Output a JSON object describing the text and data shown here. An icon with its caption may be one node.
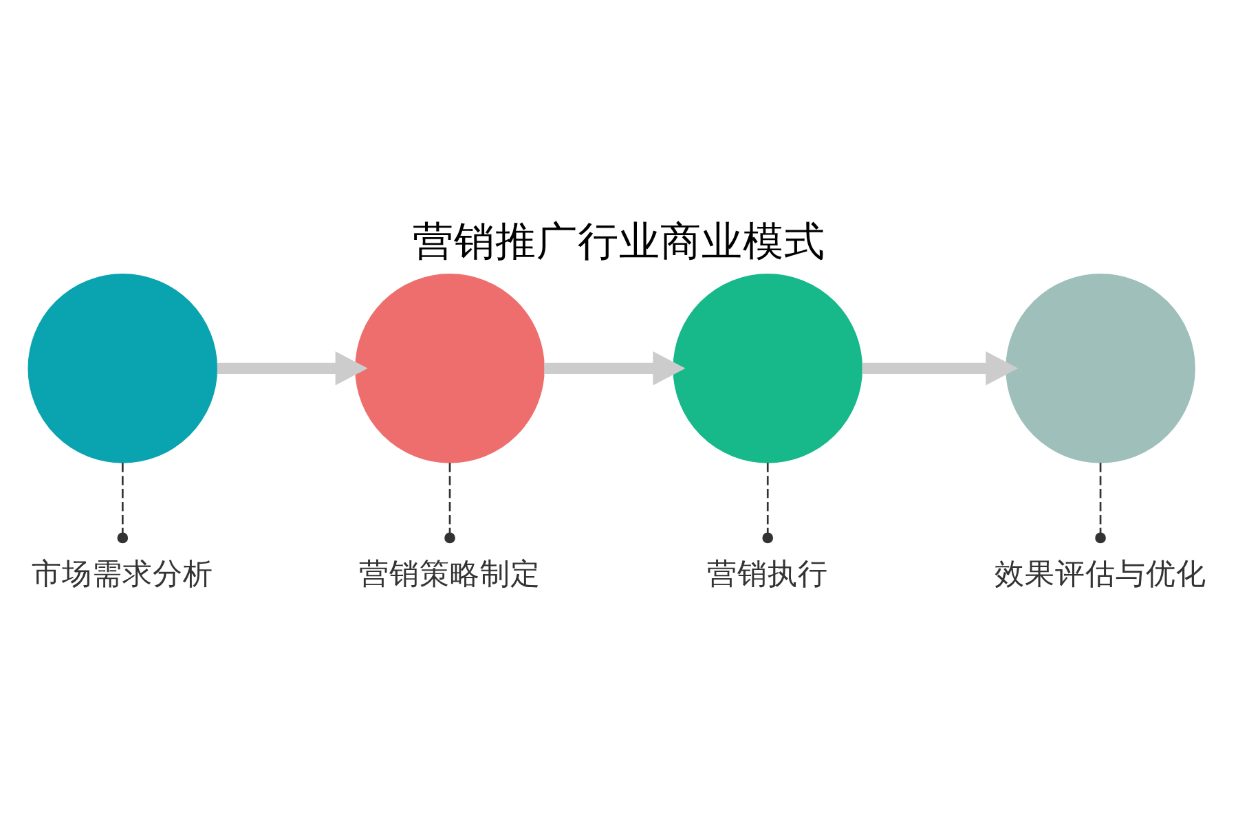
{
  "diagram": {
    "title": "营销推广行业商业模式",
    "nodes": [
      {
        "text": [],
        "shape": "circle"
      },
      {
        "text": [
          "市场需求分析"
        ]
      },
      {
        "text": [],
        "shape": "circle"
      },
      {
        "text": [
          "营销策略制定"
        ]
      },
      {
        "text": [],
        "shape": "circle"
      },
      {
        "text": [
          "营销执行"
        ]
      },
      {
        "text": [],
        "shape": "circle"
      },
      {
        "text": [
          "效果评估与优化"
        ]
      }
    ],
    "edges": [
      {
        "from": 0,
        "to": 1,
        "arrow": "other",
        "style": "dashed",
        "color": "#333333"
      },
      {
        "from": 2,
        "to": 3,
        "arrow": "other",
        "style": "dashed",
        "color": "#333333"
      },
      {
        "from": 4,
        "to": 5,
        "arrow": "other",
        "style": "dashed",
        "color": "#333333"
      },
      {
        "from": 6,
        "to": 7,
        "arrow": "other",
        "style": "dashed",
        "color": "#333333"
      },
      {
        "from": 0,
        "to": 2,
        "arrow": "to",
        "style": "thick",
        "color": "#cccccc"
      },
      {
        "from": 2,
        "to": 4,
        "arrow": "to",
        "style": "thick",
        "color": "#cccccc"
      },
      {
        "from": 4,
        "to": 6,
        "arrow": "to",
        "style": "thick",
        "color": "#cccccc"
      }
    ]
  }
}
